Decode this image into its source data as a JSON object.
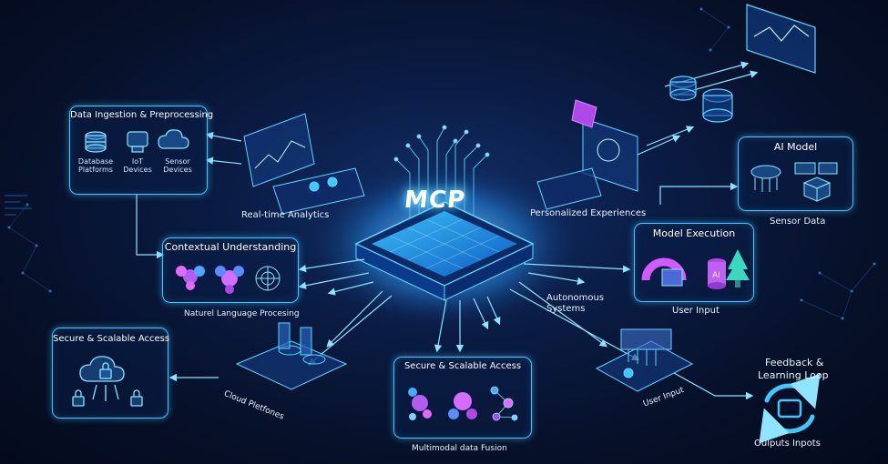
{
  "center": {
    "title": "MCP"
  },
  "panels": {
    "data_ingestion": {
      "title": "Data Ingestion & Preprocessing",
      "items": [
        {
          "label": "Database Platforms",
          "icon": "database-icon"
        },
        {
          "label": "IoT Devices",
          "icon": "iot-device-icon"
        },
        {
          "label": "Sensor Devices",
          "icon": "cloud-sensor-icon"
        }
      ]
    },
    "contextual": {
      "title": "Contextual Understanding",
      "caption": "Naturel Language Procesing"
    },
    "secure_left": {
      "title": "Secure & Scalable Access"
    },
    "secure_bottom": {
      "title": "Secure & Scalable Access",
      "caption": "Multimodal data Fusion"
    },
    "ai_model": {
      "title": "AI Model",
      "caption": "Sensor Data"
    },
    "model_execution": {
      "title": "Model Execution",
      "caption": "User Input",
      "chip": "AI"
    },
    "feedback": {
      "title_line1": "Feedback &",
      "title_line2": "Learning Loop",
      "caption": "Oulputs Inpots"
    }
  },
  "labels": {
    "realtime": "Real-time Analytics",
    "personalized": "Personalized Experiences",
    "autonomous_line1": "Autonomous",
    "autonomous_line2": "Systems",
    "cloud": "Cloud Pletfones",
    "user_input_bottom": "User Input"
  },
  "colors": {
    "accent": "#3ec8ff",
    "panel_border": "#3ec8ff",
    "magenta": "#c05cff",
    "background": "#07112a"
  }
}
